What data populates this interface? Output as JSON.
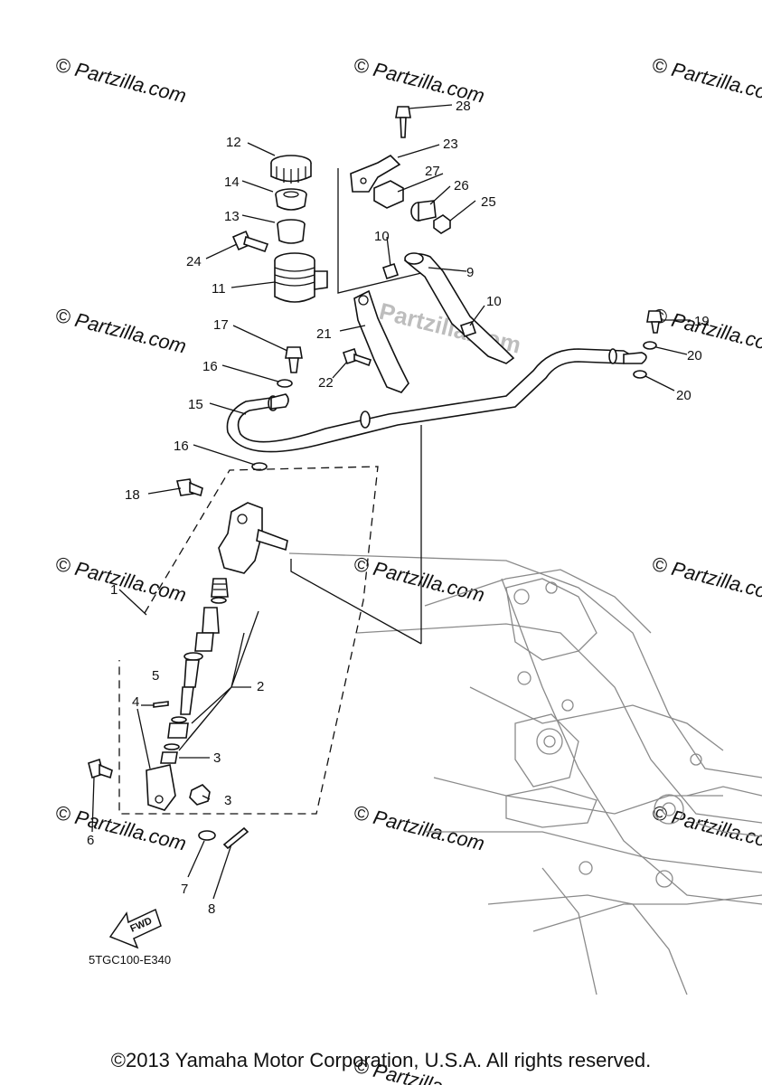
{
  "watermark": {
    "text": "© Partzilla.com",
    "logo_text": "Partzilla.com"
  },
  "diagram_code": "5TGC100-E340",
  "fwd_label": "FWD",
  "copyright": "©2013 Yamaha Motor Corporation, U.S.A. All rights reserved.",
  "callouts": [
    "1",
    "2",
    "3",
    "3",
    "4",
    "5",
    "6",
    "7",
    "8",
    "9",
    "10",
    "10",
    "11",
    "12",
    "13",
    "14",
    "15",
    "16",
    "16",
    "17",
    "18",
    "19",
    "20",
    "20",
    "21",
    "22",
    "23",
    "24",
    "25",
    "26",
    "27",
    "28"
  ]
}
